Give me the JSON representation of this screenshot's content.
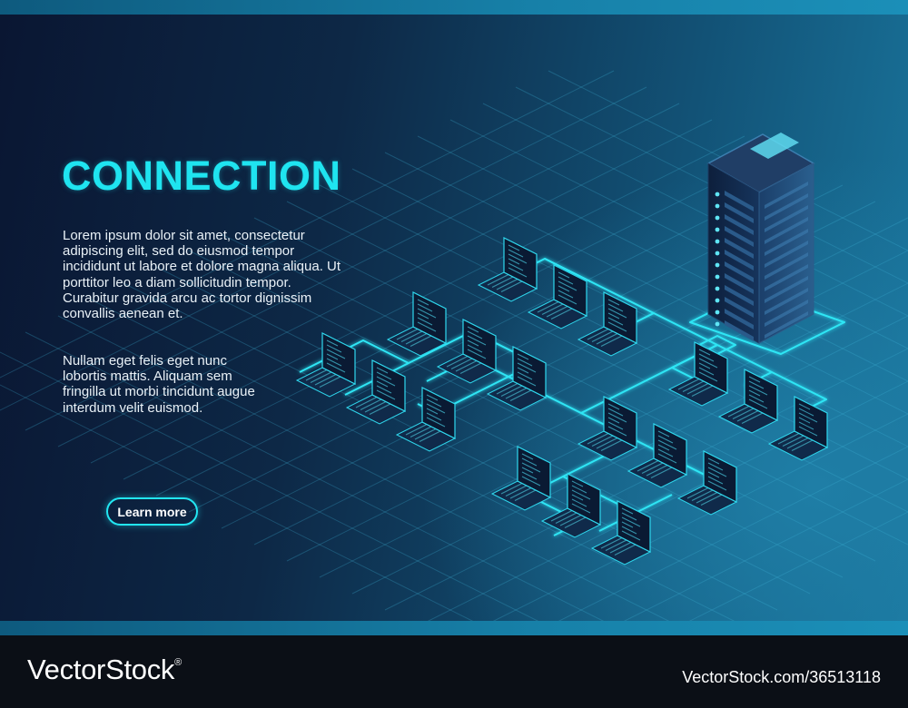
{
  "hero": {
    "title": "CONNECTION",
    "paragraph_1": "Lorem ipsum dolor sit amet, consectetur adipiscing elit, sed do eiusmod tempor incididunt ut labore et dolore magna aliqua. Ut porttitor leo a diam sollicitudin tempor. Curabitur gravida arcu ac tortor dignissim convallis aenean et.",
    "paragraph_2": "Nullam eget felis eget nunc lobortis mattis. Aliquam sem fringilla ut morbi tincidunt augue interdum velit euismod.",
    "button_label": "Learn more",
    "illustration_icons": [
      "server-rack-icon",
      "laptop-icon"
    ]
  },
  "footer": {
    "brand": "VectorStock",
    "brand_mark": "®",
    "stock_id": "VectorStock.com/36513118"
  },
  "colors": {
    "accent": "#1fe4f0",
    "background_dark": "#0a1632",
    "background_light": "#1a78a0",
    "footer": "#0b0f16"
  }
}
